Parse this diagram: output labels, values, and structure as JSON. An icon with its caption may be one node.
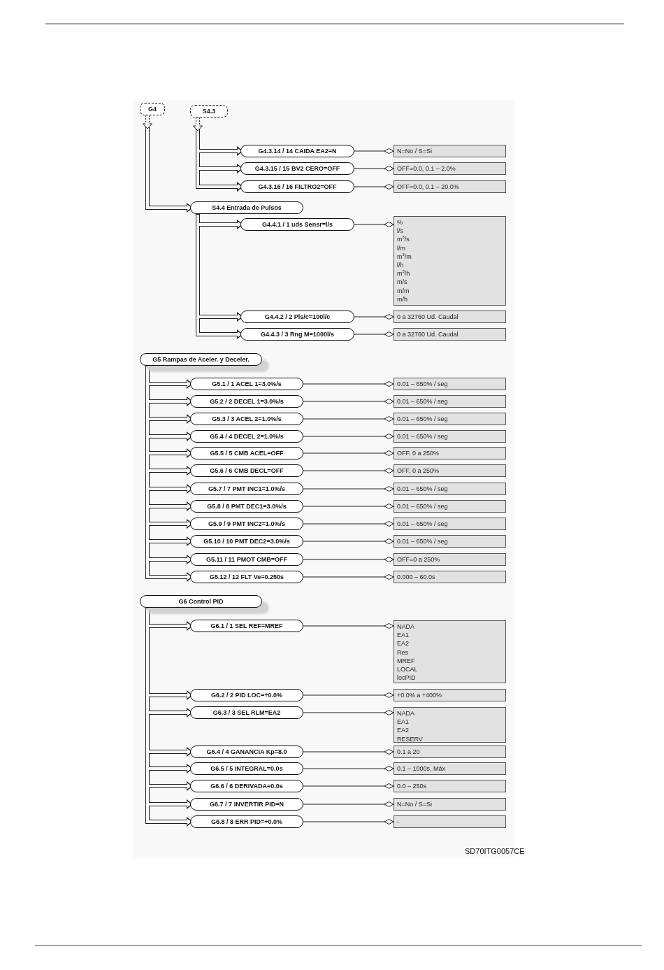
{
  "diagram": {
    "nodes": [
      {
        "text": [
          "G4"
        ]
      },
      {
        "text": [
          "S4.3"
        ]
      },
      {
        "text": [
          "G4.3.14 / 14 CAIDA EA2=N"
        ]
      },
      {
        "text": [
          "N=No / S=Si"
        ]
      },
      {
        "text": [
          "G4.3.15 / 15 BV2 CERO=OFF"
        ]
      },
      {
        "text": [
          "OFF=0.0, 0.1 – 2.0%"
        ]
      },
      {
        "text": [
          "G4.3.16 / 16 FILTRO2=OFF"
        ]
      },
      {
        "text": [
          "OFF=0.0, 0.1 – 20.0%"
        ]
      },
      {
        "text": [
          "S4.4 Entrada de Pulsos"
        ]
      },
      {
        "text": [
          "G4.4.1 / 1 uds Sensr=l/s"
        ]
      },
      {
        "text": [
          "%",
          "l/s",
          "m$^{3}$/s",
          "l/m",
          "m$^{3}$/m",
          "l/h",
          "m$^{3}$/h",
          "m/s",
          "m/m",
          "m/h"
        ]
      },
      {
        "text": [
          "G4.4.2 / 2 Pls/c=100l/c"
        ]
      },
      {
        "text": [
          "0 a 32760 Ud. Caudal"
        ]
      },
      {
        "text": [
          "G4.4.3 / 3 Rng M=1000l/s"
        ]
      },
      {
        "text": [
          "0 a 32760 Ud. Caudal"
        ]
      },
      {
        "text": [
          "G5 Rampas de Aceler. y Deceler."
        ]
      },
      {
        "text": [
          "G5.1 / 1 ACEL 1=3.0%/s"
        ]
      },
      {
        "text": [
          "0.01 – 650% / seg"
        ]
      },
      {
        "text": [
          "G5.2 / 2 DECEL 1=3.0%/s"
        ]
      },
      {
        "text": [
          "0.01 – 650% / seg"
        ]
      },
      {
        "text": [
          "G5.3 / 3 ACEL 2=1.0%/s"
        ]
      },
      {
        "text": [
          "0.01 – 650% / seg"
        ]
      },
      {
        "text": [
          "G5.4 / 4 DECEL 2=1.0%/s"
        ]
      },
      {
        "text": [
          "0.01 – 650% / seg"
        ]
      },
      {
        "text": [
          "G5.5 / 5 CMB ACEL=OFF"
        ]
      },
      {
        "text": [
          "OFF, 0 a 250%"
        ]
      },
      {
        "text": [
          "G5.6 / 6 CMB DECL=OFF"
        ]
      },
      {
        "text": [
          "OFF, 0 a 250%"
        ]
      },
      {
        "text": [
          "G5.7 / 7 PMT INC1=1.0%/s"
        ]
      },
      {
        "text": [
          "0.01 – 650% / seg"
        ]
      },
      {
        "text": [
          "G5.8 / 8 PMT DEC1=3.0%/s"
        ]
      },
      {
        "text": [
          "0.01 – 650% / seg"
        ]
      },
      {
        "text": [
          "G5.9 / 9 PMT INC2=1.0%/s"
        ]
      },
      {
        "text": [
          "0.01 – 650% / seg"
        ]
      },
      {
        "text": [
          "G5.10 / 10 PMT DEC2=3.0%/s"
        ]
      },
      {
        "text": [
          "0.01 – 650% / seg"
        ]
      },
      {
        "text": [
          "G5.11 / 11 PMOT CMB=OFF"
        ]
      },
      {
        "text": [
          "OFF=0 a 250%"
        ]
      },
      {
        "text": [
          "G5.12 / 12 FLT Ve=0.250s"
        ]
      },
      {
        "text": [
          "0.000 – 60.0s"
        ]
      },
      {
        "text": [
          "G6 Control PID"
        ]
      },
      {
        "text": [
          "G6.1 / 1 SEL REF=MREF"
        ]
      },
      {
        "text": [
          "NADA",
          "EA1",
          "EA2",
          "Res",
          "MREF",
          "LOCAL",
          "locPID"
        ]
      },
      {
        "text": [
          "G6.2 / 2 PID LOC=+0.0%"
        ]
      },
      {
        "text": [
          "+0.0% a +400%"
        ]
      },
      {
        "text": [
          "G6.3 / 3 SEL RLM=EA2"
        ]
      },
      {
        "text": [
          "NADA",
          "EA1",
          "EA2",
          "RESERV"
        ]
      },
      {
        "text": [
          "G6.4 / 4 GANANCIA Kp=8.0"
        ]
      },
      {
        "text": [
          "0.1 a 20"
        ]
      },
      {
        "text": [
          "G6.5 / 5 INTEGRAL=0.0s"
        ]
      },
      {
        "text": [
          "0.1 – 1000s, Máx"
        ]
      },
      {
        "text": [
          "G6.6 / 6 DERIVADA=0.0s"
        ]
      },
      {
        "text": [
          "0.0 – 250s"
        ]
      },
      {
        "text": [
          "G6.7 / 7 INVERTIR PID=N"
        ]
      },
      {
        "text": [
          "N=No / S=Si"
        ]
      },
      {
        "text": [
          "G6.8 / 8 ERR PID=+0.0%"
        ]
      },
      {
        "text": [
          "-"
        ]
      }
    ],
    "edges": [
      {
        "from": 0,
        "to": 8,
        "arrow": "to",
        "style": "dashed"
      },
      {
        "from": 1,
        "to": 2,
        "arrow": "to",
        "style": "dashed"
      },
      {
        "from": 1,
        "to": 4,
        "arrow": "to",
        "style": "dashed"
      },
      {
        "from": 1,
        "to": 6,
        "arrow": "to",
        "style": "dashed"
      },
      {
        "from": 2,
        "to": 3,
        "arrow": "other"
      },
      {
        "from": 4,
        "to": 5,
        "arrow": "other"
      },
      {
        "from": 6,
        "to": 7,
        "arrow": "other"
      },
      {
        "from": 8,
        "to": 9,
        "arrow": "to"
      },
      {
        "from": 8,
        "to": 11,
        "arrow": "to"
      },
      {
        "from": 8,
        "to": 13,
        "arrow": "to"
      },
      {
        "from": 9,
        "to": 10,
        "arrow": "other"
      },
      {
        "from": 11,
        "to": 12,
        "arrow": "other"
      },
      {
        "from": 13,
        "to": 14,
        "arrow": "other"
      },
      {
        "from": 15,
        "to": 16,
        "arrow": "to"
      },
      {
        "from": 15,
        "to": 18,
        "arrow": "to"
      },
      {
        "from": 15,
        "to": 20,
        "arrow": "to"
      },
      {
        "from": 15,
        "to": 22,
        "arrow": "to"
      },
      {
        "from": 15,
        "to": 24,
        "arrow": "to"
      },
      {
        "from": 15,
        "to": 26,
        "arrow": "to"
      },
      {
        "from": 15,
        "to": 28,
        "arrow": "to"
      },
      {
        "from": 15,
        "to": 30,
        "arrow": "to"
      },
      {
        "from": 15,
        "to": 32,
        "arrow": "to"
      },
      {
        "from": 15,
        "to": 34,
        "arrow": "to"
      },
      {
        "from": 15,
        "to": 36,
        "arrow": "to"
      },
      {
        "from": 15,
        "to": 38,
        "arrow": "to"
      },
      {
        "from": 16,
        "to": 17,
        "arrow": "other"
      },
      {
        "from": 18,
        "to": 19,
        "arrow": "other"
      },
      {
        "from": 20,
        "to": 21,
        "arrow": "other"
      },
      {
        "from": 22,
        "to": 23,
        "arrow": "other"
      },
      {
        "from": 24,
        "to": 25,
        "arrow": "other"
      },
      {
        "from": 26,
        "to": 27,
        "arrow": "other"
      },
      {
        "from": 28,
        "to": 29,
        "arrow": "other"
      },
      {
        "from": 30,
        "to": 31,
        "arrow": "other"
      },
      {
        "from": 32,
        "to": 33,
        "arrow": "other"
      },
      {
        "from": 34,
        "to": 35,
        "arrow": "other"
      },
      {
        "from": 36,
        "to": 37,
        "arrow": "other"
      },
      {
        "from": 38,
        "to": 39,
        "arrow": "other"
      },
      {
        "from": 40,
        "to": 41,
        "arrow": "to"
      },
      {
        "from": 40,
        "to": 43,
        "arrow": "to"
      },
      {
        "from": 40,
        "to": 45,
        "arrow": "to"
      },
      {
        "from": 40,
        "to": 47,
        "arrow": "to"
      },
      {
        "from": 40,
        "to": 49,
        "arrow": "to"
      },
      {
        "from": 40,
        "to": 51,
        "arrow": "to"
      },
      {
        "from": 40,
        "to": 53,
        "arrow": "to"
      },
      {
        "from": 40,
        "to": 55,
        "arrow": "to"
      },
      {
        "from": 41,
        "to": 42,
        "arrow": "other"
      },
      {
        "from": 43,
        "to": 44,
        "arrow": "other"
      },
      {
        "from": 45,
        "to": 46,
        "arrow": "other"
      },
      {
        "from": 47,
        "to": 48,
        "arrow": "other"
      },
      {
        "from": 49,
        "to": 50,
        "arrow": "other"
      },
      {
        "from": 51,
        "to": 52,
        "arrow": "other"
      },
      {
        "from": 53,
        "to": 54,
        "arrow": "other"
      },
      {
        "from": 55,
        "to": 56,
        "arrow": "other"
      }
    ],
    "labels": [
      "SD70ITG0057CE"
    ]
  }
}
